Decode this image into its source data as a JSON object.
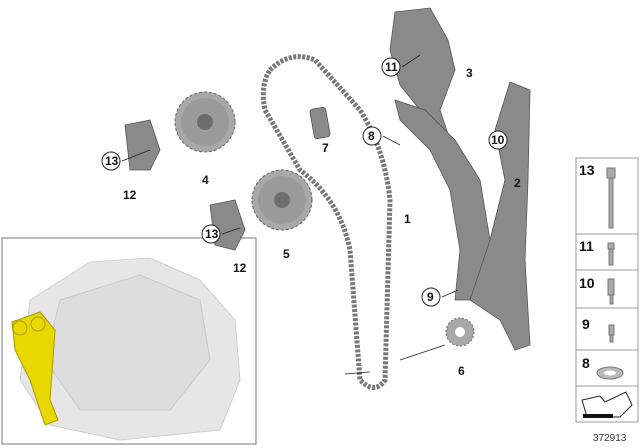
{
  "diagram": {
    "callouts": {
      "chain": "1",
      "tensioner_rail": "2",
      "guide_rail_upper": "3",
      "vanos_intake": "4",
      "vanos_exhaust": "5",
      "sprocket": "6",
      "chain_tensioner": "7",
      "sealing_ring": "8",
      "guide_pin": "9",
      "bolt_10": "10",
      "bolt_11": "11",
      "trigger_wheel_a": "12",
      "trigger_wheel_b": "12",
      "bolt_13_a": "13",
      "bolt_13_b": "13"
    },
    "legend": [
      "13",
      "11",
      "10",
      "9",
      "8"
    ],
    "image_number": "372913",
    "highlight_color": "#e8d800"
  }
}
